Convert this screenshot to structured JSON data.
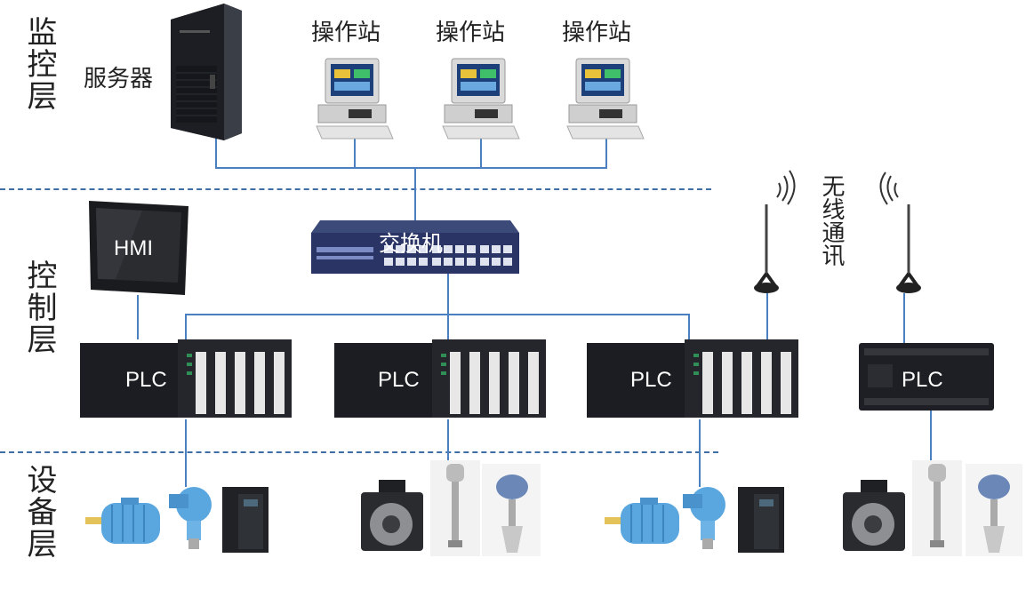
{
  "layers": {
    "monitor": "监控层",
    "control": "控制层",
    "device": "设备层"
  },
  "labels": {
    "server": "服务器",
    "station1": "操作站",
    "station2": "操作站",
    "station3": "操作站",
    "switch": "交换机",
    "hmi": "HMI",
    "wireless": "无线通讯",
    "plc1": "PLC",
    "plc2": "PLC",
    "plc3": "PLC",
    "plc4": "PLC"
  },
  "colors": {
    "line": "#4a7fc0",
    "dash": "#3f6ea5",
    "device_dark": "#1b1d22",
    "motor_blue": "#5aa7df"
  }
}
